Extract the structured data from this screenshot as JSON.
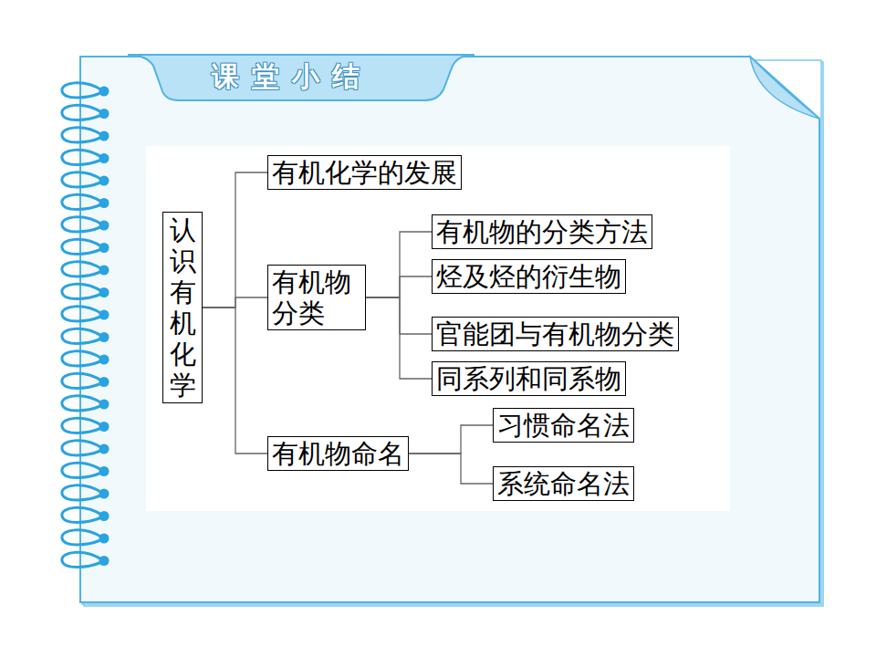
{
  "diagram": {
    "title": "课堂小结",
    "nodes": [
      {
        "text": [
          "认识有机化学"
        ]
      },
      {
        "text": [
          "有机化学的发展"
        ]
      },
      {
        "text": [
          "有机物 分类"
        ]
      },
      {
        "text": [
          "有机物的分类方法"
        ]
      },
      {
        "text": [
          "烃及烃的衍生物"
        ]
      },
      {
        "text": [
          "官能团与有机物分类"
        ]
      },
      {
        "text": [
          "同系列和同系物"
        ]
      },
      {
        "text": [
          "有机物命名"
        ]
      },
      {
        "text": [
          "习惯命名法"
        ]
      },
      {
        "text": [
          "系统命名法"
        ]
      }
    ],
    "edges": [
      {
        "from": 0,
        "to": 1,
        "arrow": "none"
      },
      {
        "from": 0,
        "to": 2,
        "arrow": "none"
      },
      {
        "from": 0,
        "to": 7,
        "arrow": "none"
      },
      {
        "from": 2,
        "to": 3,
        "arrow": "none"
      },
      {
        "from": 2,
        "to": 4,
        "arrow": "none"
      },
      {
        "from": 2,
        "to": 5,
        "arrow": "none"
      },
      {
        "from": 2,
        "to": 6,
        "arrow": "none"
      },
      {
        "from": 7,
        "to": 8,
        "arrow": "none"
      },
      {
        "from": 7,
        "to": 9,
        "arrow": "none"
      }
    ]
  }
}
